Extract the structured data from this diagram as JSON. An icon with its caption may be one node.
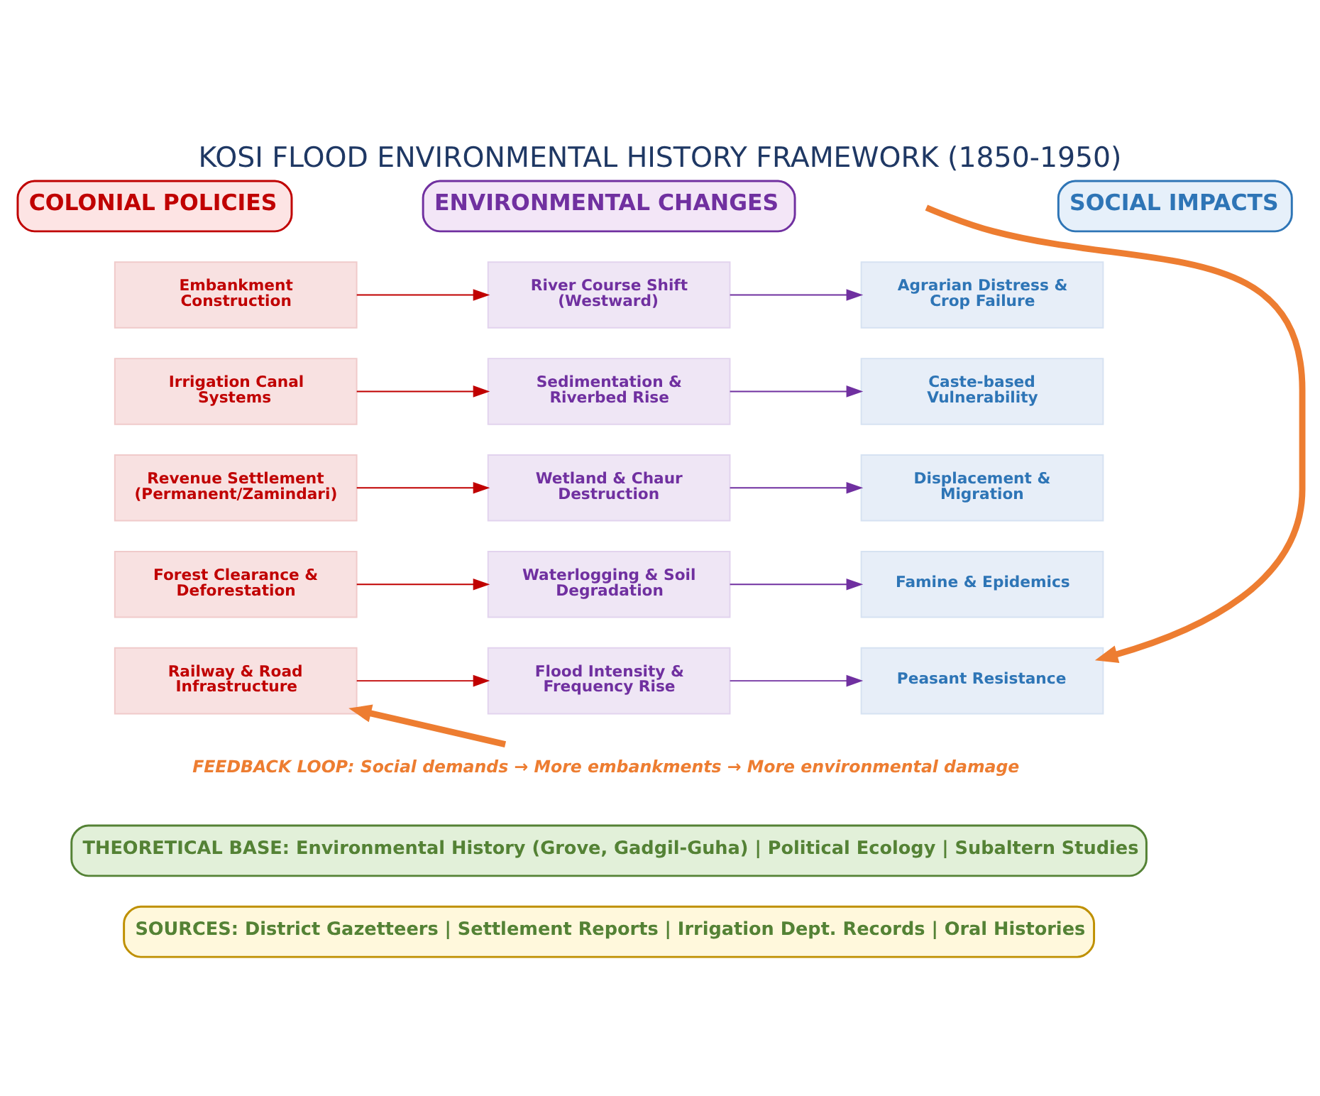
{
  "diagram": {
    "title": "KOSI FLOOD ENVIRONMENTAL HISTORY FRAMEWORK (1850-1950)",
    "nodes": [
      {
        "text": [
          "COLONIAL POLICIES"
        ]
      },
      {
        "text": [
          "ENVIRONMENTAL CHANGES"
        ]
      },
      {
        "text": [
          "SOCIAL IMPACTS"
        ]
      },
      {
        "text": [
          "Embankment Construction"
        ]
      },
      {
        "text": [
          "River Course Shift (Westward)"
        ]
      },
      {
        "text": [
          "Agrarian Distress & Crop Failure"
        ]
      },
      {
        "text": [
          "Irrigation Canal Systems"
        ]
      },
      {
        "text": [
          "Sedimentation & Riverbed Rise"
        ]
      },
      {
        "text": [
          "Caste-based Vulnerability"
        ]
      },
      {
        "text": [
          "Revenue Settlement (Permanent/Zamindari)"
        ]
      },
      {
        "text": [
          "Wetland & Chaur Destruction"
        ]
      },
      {
        "text": [
          "Displacement & Migration"
        ]
      },
      {
        "text": [
          "Forest Clearance & Deforestation"
        ]
      },
      {
        "text": [
          "Waterlogging & Soil Degradation"
        ]
      },
      {
        "text": [
          "Famine & Epidemics"
        ]
      },
      {
        "text": [
          "Railway & Road Infrastructure"
        ]
      },
      {
        "text": [
          "Flood Intensity & Frequency Rise"
        ]
      },
      {
        "text": [
          "Peasant Resistance"
        ]
      },
      {
        "text": [
          "FEEDBACK LOOP: Social demands → More embankments → More environmental damage"
        ]
      },
      {
        "text": [
          "THEORETICAL BASE: Environmental History (Grove, Gadgil-Guha) | Political Ecology | Subaltern Studies"
        ]
      },
      {
        "text": [
          "SOURCES: District Gazetteers | Settlement Reports | Irrigation Dept. Records | Oral Histories"
        ]
      }
    ],
    "edges": [
      {
        "from": 3,
        "to": 4,
        "arrow": "to",
        "color": "#c00000"
      },
      {
        "from": 4,
        "to": 5,
        "arrow": "to",
        "color": "#7030a0"
      },
      {
        "from": 6,
        "to": 7,
        "arrow": "to",
        "color": "#c00000"
      },
      {
        "from": 7,
        "to": 8,
        "arrow": "to",
        "color": "#7030a0"
      },
      {
        "from": 9,
        "to": 10,
        "arrow": "to",
        "color": "#c00000"
      },
      {
        "from": 10,
        "to": 11,
        "arrow": "to",
        "color": "#7030a0"
      },
      {
        "from": 12,
        "to": 13,
        "arrow": "to",
        "color": "#c00000"
      },
      {
        "from": 13,
        "to": 14,
        "arrow": "to",
        "color": "#7030a0"
      },
      {
        "from": 15,
        "to": 16,
        "arrow": "to",
        "color": "#c00000"
      },
      {
        "from": 16,
        "to": 17,
        "arrow": "to",
        "color": "#7030a0"
      },
      {
        "from": 18,
        "to": 15,
        "arrow": "to",
        "style": "thick",
        "color": "#ed7d31"
      },
      {
        "from": null,
        "to": 17,
        "arrow": "to",
        "style": "thick",
        "color": "#ed7d31"
      }
    ]
  }
}
